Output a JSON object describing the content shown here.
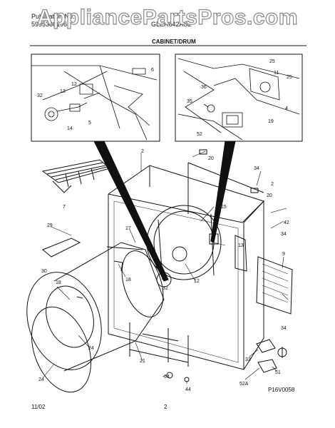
{
  "header": {
    "left_line1": "Publication No.",
    "left_line2": "5995380196",
    "right_line1": "GLER642AS2",
    "section_title": "CABINET/DRUM"
  },
  "watermark": "AppliancePartsPros.com",
  "callouts": [
    "25",
    "6",
    "11",
    "25",
    "12",
    "36",
    "32",
    "13",
    "35",
    "4",
    "5",
    "14",
    "52",
    "19",
    "2",
    "20",
    "34",
    "2",
    "20",
    "7",
    "15",
    "42",
    "29",
    "17",
    "34",
    "13",
    "9",
    "30",
    "18",
    "12",
    "32",
    "18",
    "34",
    "24",
    "21",
    "33",
    "24",
    "64",
    "44",
    "51",
    "52A"
  ],
  "footer": {
    "date": "11/02",
    "page": "2",
    "figure_code": "P16V0058"
  }
}
